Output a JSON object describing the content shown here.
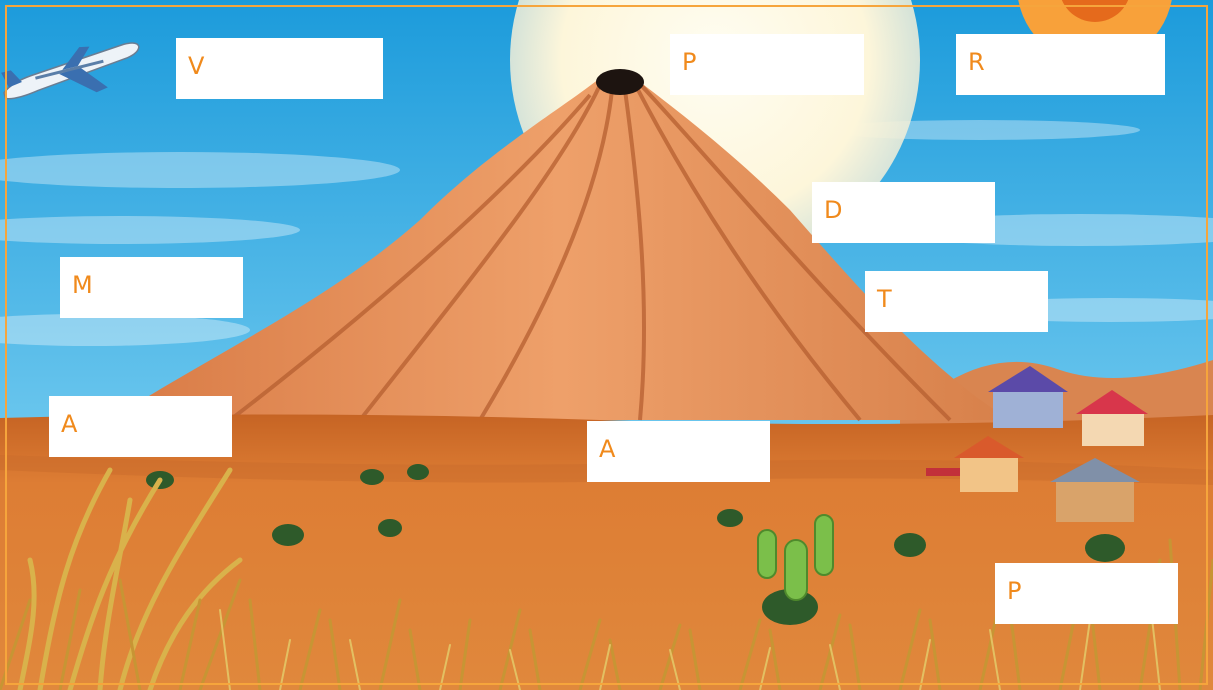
{
  "colors": {
    "sky_top": "#1c9bdb",
    "sky_bottom": "#6cc7ee",
    "sun": "#fffbe6",
    "volcano": "#e49057",
    "volcano_dark": "#c9683a",
    "ground": "#d9772f",
    "ground_dark": "#b7561d",
    "grass": "#c7a23a",
    "label_text": "#f08a1c",
    "frame": "#f6a53c"
  },
  "scene": {
    "icons": [
      "airplane-icon",
      "sun-icon",
      "volcano-crater-icon",
      "house-icon",
      "cactus-icon",
      "shrub-icon",
      "dry-grass-icon"
    ]
  },
  "labels": [
    {
      "id": "volcano",
      "text": "V"
    },
    {
      "id": "peak",
      "text": "P"
    },
    {
      "id": "rays",
      "text": "R"
    },
    {
      "id": "descent",
      "text": "D"
    },
    {
      "id": "mountain",
      "text": "M"
    },
    {
      "id": "town",
      "text": "T"
    },
    {
      "id": "air",
      "text": "A"
    },
    {
      "id": "arena",
      "text": "A"
    },
    {
      "id": "plain",
      "text": "P"
    }
  ]
}
